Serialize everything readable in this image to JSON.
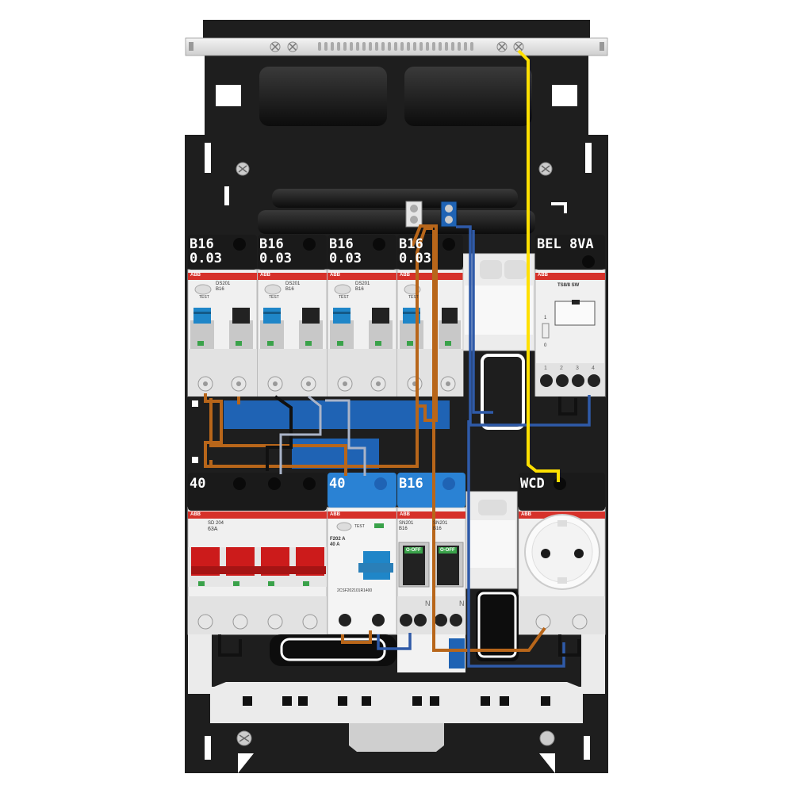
{
  "modules": {
    "top_rcbos": [
      {
        "rating": "B16",
        "sensitivity": "0.03",
        "brand": "ABB",
        "model": "DS201",
        "type": "B16",
        "test": "TEST"
      },
      {
        "rating": "B16",
        "sensitivity": "0.03",
        "brand": "ABB",
        "model": "DS201",
        "type": "B16",
        "test": "TEST"
      },
      {
        "rating": "B16",
        "sensitivity": "0.03",
        "brand": "ABB",
        "model": "DS201",
        "type": "B16",
        "test": "TEST"
      },
      {
        "rating": "B16",
        "sensitivity": "0.03",
        "brand": "ABB",
        "model": "",
        "type": "",
        "test": "TEST"
      }
    ],
    "bell": {
      "label": "BEL 8VA",
      "brand": "ABB",
      "model": "TS8/8 SW",
      "pos_on": "1",
      "pos_off": "0",
      "terminals": [
        "1",
        "2",
        "3",
        "4"
      ]
    },
    "main_switch": {
      "label": "40",
      "brand": "ABB",
      "model": "SD 204",
      "rating": "63A"
    },
    "rcd": {
      "label": "40",
      "brand": "ABB",
      "model": "F202 A",
      "rating": "40 A",
      "test": "TEST",
      "code": "2CSF202101R1400"
    },
    "mcbs": {
      "label": "B16",
      "brand": "ABB",
      "units": [
        {
          "model": "SN201",
          "type": "B16",
          "switch": "O-OFF",
          "neutral": "N"
        },
        {
          "model": "SN201",
          "type": "B16",
          "switch": "O-OFF",
          "neutral": "N"
        }
      ]
    },
    "socket": {
      "label": "WCD",
      "brand": "ABB"
    }
  },
  "colors": {
    "enclosure": "#1e1e1e",
    "label_strip": "#1a1a1a",
    "brand_red": "#d6312a",
    "mcb_lever_blue": "#1f86c8",
    "busbar_blue": "#1f63b4",
    "wire_brown": "#b8661a",
    "wire_blue": "#2f5aa8",
    "wire_yellow": "#ffe000",
    "module_grey": "#e8e8e8"
  }
}
